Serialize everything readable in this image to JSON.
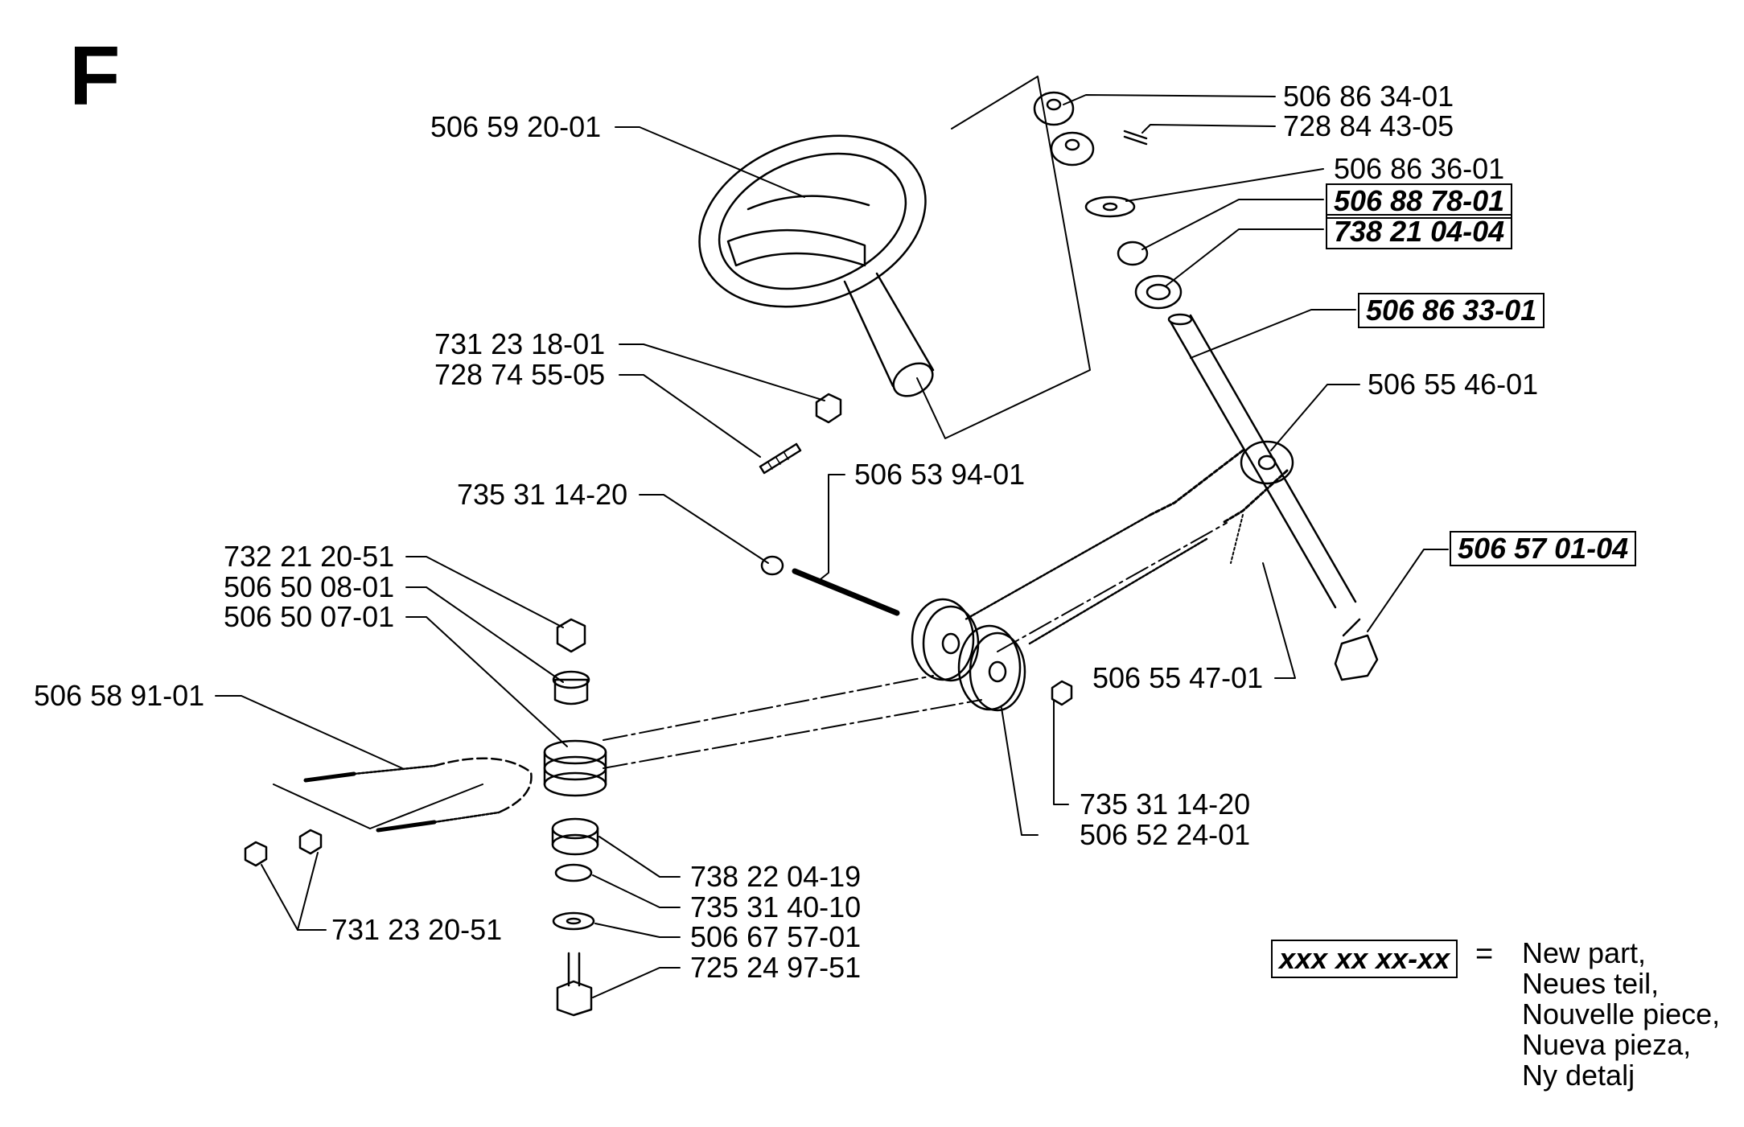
{
  "section_letter": "F",
  "parts": {
    "p1": "506 86 34-01",
    "p2": "728 84 43-05",
    "p3": "506 86 36-01",
    "p4": "506 88 78-01",
    "p5": "738 21 04-04",
    "p6": "506 86 33-01",
    "p7": "506 55 46-01",
    "p8": "506 57 01-04",
    "p9": "506 59 20-01",
    "p10": "731 23 18-01",
    "p11": "728 74 55-05",
    "p12": "506 53 94-01",
    "p13": "735 31 14-20",
    "p14": "732 21 20-51",
    "p15": "506 50 08-01",
    "p16": "506 50 07-01",
    "p17": "506 58 91-01",
    "p18": "506 55 47-01",
    "p19": "735 31 14-20",
    "p20": "506 52 24-01",
    "p21": "738 22 04-19",
    "p22": "735 31 40-10",
    "p23": "506 67 57-01",
    "p24": "725 24 97-51",
    "p25": "731 23 20-51"
  },
  "legend": {
    "key": "xxx xx xx-xx",
    "equals": "=",
    "lines": [
      "New part,",
      "Neues teil,",
      "Nouvelle piece,",
      "Nueva pieza,",
      "Ny detalj"
    ]
  }
}
